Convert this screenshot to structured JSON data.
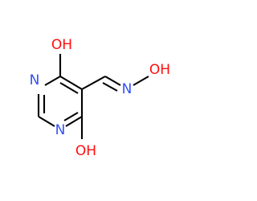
{
  "colors": {
    "bond": "#000000",
    "carbon": "#000000",
    "nitrogen": "#3050F8",
    "oxygen": "#FF0D0D",
    "hydrogen": "#000000",
    "background": "#FFFFFF"
  },
  "atoms": {
    "o_top": {
      "text": "OH",
      "element": "O"
    },
    "n_ring_left": {
      "text": "N",
      "element": "N"
    },
    "n_ring_bottom": {
      "text": "N",
      "element": "N"
    },
    "o_bottom": {
      "text": "OH",
      "element": "O"
    },
    "n_oxime": {
      "text": "N",
      "element": "N"
    },
    "o_oxime": {
      "text": "OH",
      "element": "O"
    }
  },
  "bonds": [
    {
      "id": "c4-c5",
      "order": 2
    },
    {
      "id": "c5-c6",
      "order": 1
    },
    {
      "id": "c6-n1",
      "order": 2
    },
    {
      "id": "n1-c2",
      "order": 1
    },
    {
      "id": "c2-n3",
      "order": 2
    },
    {
      "id": "n3-c4",
      "order": 1
    },
    {
      "id": "c4-o",
      "order": 1
    },
    {
      "id": "c6-o",
      "order": 1
    },
    {
      "id": "c5-ch",
      "order": 1
    },
    {
      "id": "ch-n-oxime",
      "order": 2
    },
    {
      "id": "n-oxime-o",
      "order": 1
    }
  ]
}
